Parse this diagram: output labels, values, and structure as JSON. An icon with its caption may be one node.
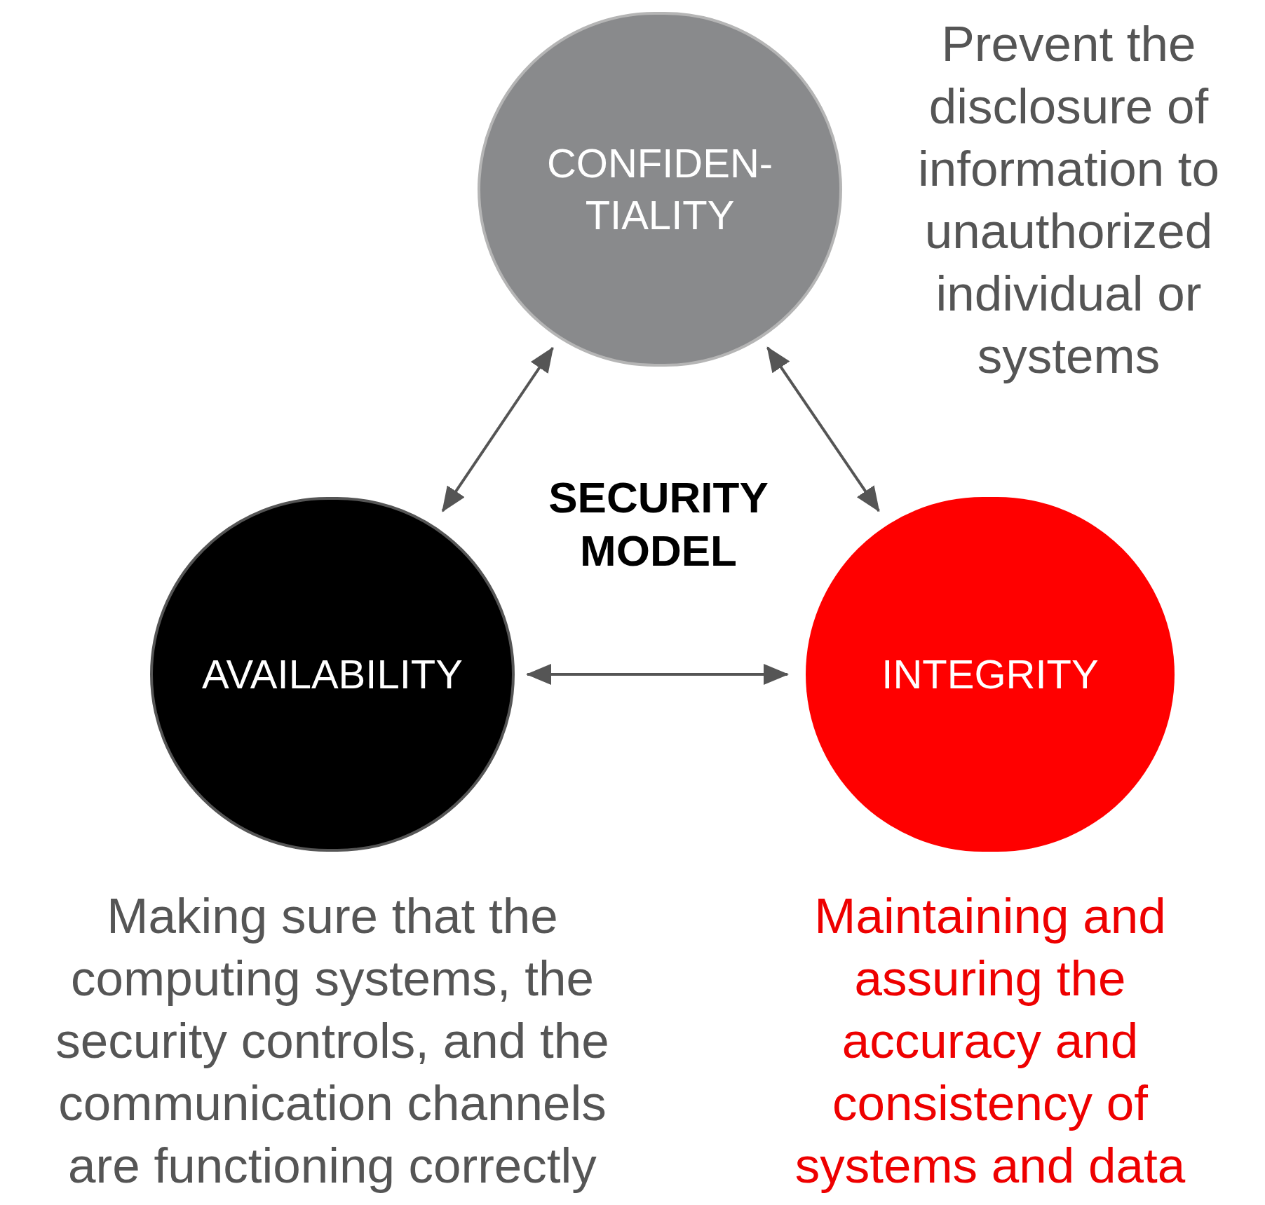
{
  "diagram": {
    "nodes": [
      {
        "text": [
          "CONFIDEN- TIALITY"
        ],
        "beside": [
          "Prevent the disclosure of information to unauthorized individual or systems"
        ]
      },
      {
        "text": [
          "AVAILABILITY"
        ],
        "beside": [
          "Making sure that the computing systems, the security controls, and the communication channels are functioning correctly"
        ]
      },
      {
        "text": [
          "INTEGRITY"
        ],
        "beside": [
          "Maintaining and assuring the accuracy and consistency of systems and data"
        ]
      }
    ],
    "edges": [
      {
        "from": 0,
        "to": 1,
        "arrow": "both"
      },
      {
        "from": 0,
        "to": 2,
        "arrow": "both"
      },
      {
        "from": 1,
        "to": 2,
        "arrow": "both"
      }
    ],
    "labels": [
      "SECURITY MODEL"
    ]
  }
}
